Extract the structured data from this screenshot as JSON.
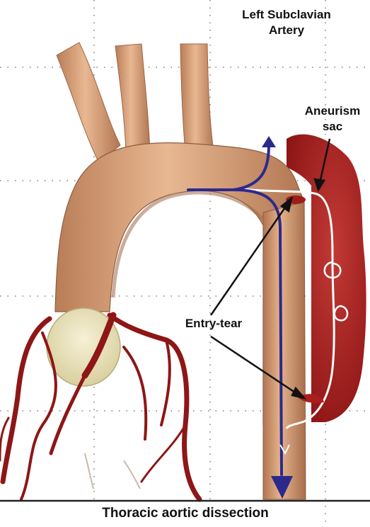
{
  "labels": {
    "subclavian_line1": "Left Subclavian",
    "subclavian_line2": "Artery",
    "aneurysm_line1": "Aneurism",
    "aneurysm_line2": "sac",
    "entry_tear": "Entry-tear",
    "caption": "Thoracic aortic dissection"
  },
  "colors": {
    "aorta": "#dba57e",
    "aorta_shadow": "#b47a56",
    "aneurysm_sac": "#9e1b1b",
    "flow_arrow": "#2b2a8c",
    "false_lumen_line": "#ffffff",
    "coronary": "#8e1616",
    "valve": "#eee6bf",
    "grid_dots": "#666666"
  }
}
